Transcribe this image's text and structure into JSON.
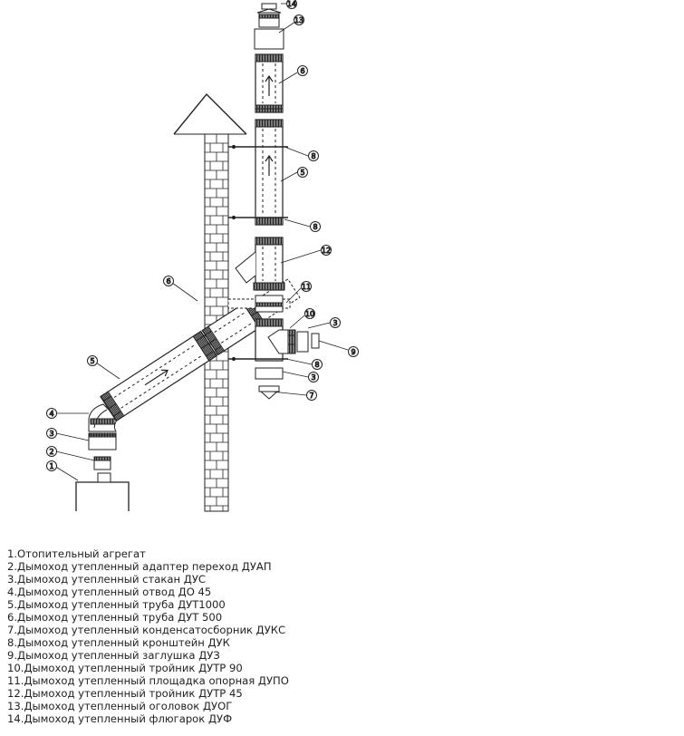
{
  "callouts": {
    "c1": "1",
    "c2": "2",
    "c3a": "3",
    "c3b": "3",
    "c3c": "3",
    "c4": "4",
    "c5a": "5",
    "c5b": "5",
    "c6a": "6",
    "c6b": "6",
    "c7": "7",
    "c8a": "8",
    "c8b": "8",
    "c8c": "8",
    "c9": "9",
    "c10": "10",
    "c11": "11",
    "c12": "12",
    "c13": "13",
    "c14": "14"
  },
  "legend": [
    "1.Отопительный агрегат",
    "2.Дымоход утепленный адаптер переход ДУАП",
    "3.Дымоход утепленный стакан ДУС",
    "4.Дымоход утепленный отвод ДО 45",
    "5.Дымоход утепленный труба ДУТ1000",
    "6.Дымоход утепленный труба ДУТ 500",
    "7.Дымоход утепленный конденсатосборник ДУКС",
    "8.Дымоход утепленный кронштейн ДУК",
    "9.Дымоход утепленный заглушка ДУЗ",
    "10.Дымоход утепленный тройник ДУТР 90",
    "11.Дымоход утепленный площадка опорная ДУПО",
    "12.Дымоход утепленный тройник ДУТР 45",
    "13.Дымоход утепленный оголовок ДУОГ",
    "14.Дымоход утепленный флюгарок ДУФ"
  ],
  "colors": {
    "line": "#222222",
    "fill": "#ffffff"
  }
}
